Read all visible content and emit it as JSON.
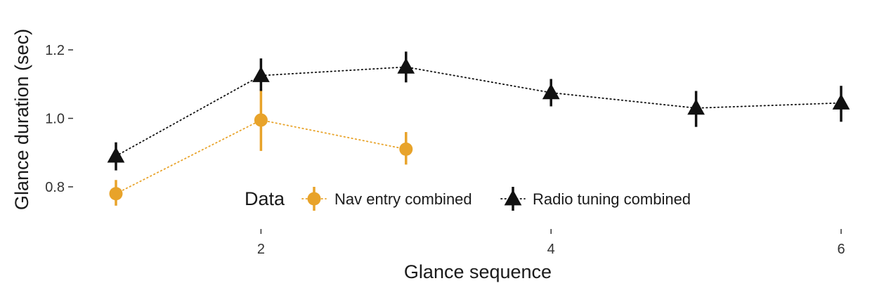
{
  "chart_data": {
    "type": "line",
    "xlabel": "Glance sequence",
    "ylabel": "Glance duration (sec)",
    "xlim": [
      0.65,
      6.45
    ],
    "ylim": [
      0.68,
      1.3
    ],
    "x_ticks": [
      2,
      4,
      6
    ],
    "y_ticks": [
      0.8,
      1.0,
      1.2
    ],
    "x_tick_labels": [
      "2",
      "4",
      "6"
    ],
    "y_tick_labels": [
      "0.8",
      "1.0",
      "1.2"
    ],
    "grid": false,
    "legend": {
      "title": "Data",
      "position": "bottom-center"
    },
    "series": [
      {
        "name": "Nav entry combined",
        "marker": "circle",
        "color": "#E8A32A",
        "line_style": "dotted",
        "points": [
          {
            "x": 1,
            "y": 0.78,
            "lo": 0.745,
            "hi": 0.82
          },
          {
            "x": 2,
            "y": 0.995,
            "lo": 0.905,
            "hi": 1.085
          },
          {
            "x": 3,
            "y": 0.91,
            "lo": 0.865,
            "hi": 0.96
          }
        ]
      },
      {
        "name": "Radio tuning combined",
        "marker": "triangle",
        "color": "#111111",
        "line_style": "dotted",
        "points": [
          {
            "x": 1,
            "y": 0.89,
            "lo": 0.848,
            "hi": 0.93
          },
          {
            "x": 2,
            "y": 1.125,
            "lo": 1.08,
            "hi": 1.175
          },
          {
            "x": 3,
            "y": 1.15,
            "lo": 1.105,
            "hi": 1.195
          },
          {
            "x": 4,
            "y": 1.075,
            "lo": 1.035,
            "hi": 1.115
          },
          {
            "x": 5,
            "y": 1.03,
            "lo": 0.975,
            "hi": 1.08
          },
          {
            "x": 6,
            "y": 1.045,
            "lo": 0.99,
            "hi": 1.095
          }
        ]
      }
    ]
  }
}
